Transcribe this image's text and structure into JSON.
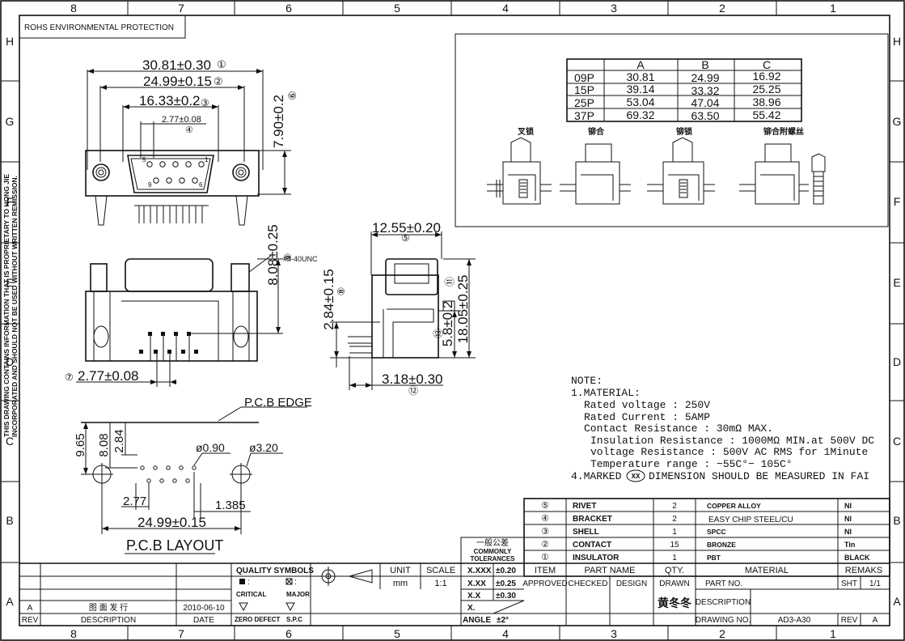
{
  "frame": {
    "columns": [
      "8",
      "7",
      "6",
      "5",
      "4",
      "3",
      "2",
      "1"
    ],
    "rows": [
      "H",
      "G",
      "F",
      "E",
      "D",
      "C",
      "B",
      "A"
    ],
    "rohs": "ROHS ENVIRONMENTAL PROTECTION",
    "side_note_1": "THIS DRAWING CONTAINS INFORMATION THAT IS PROPRIETARY TO HONG JIE",
    "side_note_2": "INCORPORATED AND SHOULD NOT BE USED WITHOUT WRITTEN REMISSION."
  },
  "front_view": {
    "dim_overall": "30.81±0.30",
    "dim_overall_mark": "①",
    "dim_mount": "24.99±0.15",
    "dim_mount_mark": "②",
    "dim_shell": "16.33±0.2",
    "dim_shell_mark": "③",
    "dim_pitch": "2.77±0.08",
    "dim_pitch_mark": "④",
    "dim_height": "7.90±0.2",
    "dim_height_mark": "⑥",
    "pin_label_5": "5",
    "pin_label_1": "1",
    "pin_label_9": "9",
    "pin_label_6": "6"
  },
  "bottom_view": {
    "dim_shell_height": "8.08±0.25",
    "dim_shell_height_mark": "⑨",
    "thread": "#4-40UNC",
    "dim_pin_pitch": "2.77±0.08",
    "dim_pin_pitch_mark": "⑦"
  },
  "side_view": {
    "dim_depth": "12.55±0.20",
    "dim_depth_mark": "⑤",
    "dim_total": "18.05±0.25",
    "dim_total_mark": "⑪",
    "dim_mid": "5.8±0.2",
    "dim_mid_mark": "⑬",
    "dim_tail": "2.84±0.15",
    "dim_tail_mark": "⑧",
    "dim_pin": "3.18±0.30",
    "dim_pin_mark": "⑫"
  },
  "pcb_layout": {
    "pcb_edge": "P.C.B EDGE",
    "title": "P.C.B LAYOUT",
    "dim_965": "9.65",
    "dim_808": "8.08",
    "dim_284": "2.84",
    "hole_small": "ø0.90",
    "hole_large": "ø3.20",
    "dim_277": "2.77",
    "dim_1385": "1.385",
    "dim_2499": "24.99±0.15"
  },
  "size_table": {
    "headers": [
      "",
      "A",
      "B",
      "C"
    ],
    "rows": [
      [
        "09P",
        "30.81",
        "24.99",
        "16.92"
      ],
      [
        "15P",
        "39.14",
        "33.32",
        "25.25"
      ],
      [
        "25P",
        "53.04",
        "47.04",
        "38.96"
      ],
      [
        "37P",
        "69.32",
        "63.50",
        "55.42"
      ]
    ],
    "variant_1": "叉锁",
    "variant_2": "铆合",
    "variant_3": "铆锁",
    "variant_4": "铆合附螺丝"
  },
  "notes": {
    "title": "NOTE:",
    "material": "1.MATERIAL:",
    "line1": "Rated voltage : 250V",
    "line2": "Rated Current  : 5AMP",
    "line3": "Contact Resistance  : 30mΩ MAX.",
    "line4": "Insulation Resistance : 1000MΩ MIN.at 500V DC",
    "line5": "voltage Resistance  : 500V AC RMS for 1Minute",
    "line6": "Temperature range  : −55C°− 105C°",
    "line7_pre": "4.MARKED",
    "line7_mark": "XX",
    "line7_post": "DIMENSION SHOULD BE MEASURED IN FAI"
  },
  "bom": {
    "rows": [
      {
        "no": "⑤",
        "item": "RIVET",
        "qty": "2",
        "material": "COPPER ALLOY",
        "remark": "NI"
      },
      {
        "no": "④",
        "item": "BRACKET",
        "qty": "2",
        "material": "EASY CHIP STEEL/CU",
        "remark": "NI"
      },
      {
        "no": "③",
        "item": "SHELL",
        "qty": "1",
        "material": "SPCC",
        "remark": "NI"
      },
      {
        "no": "②",
        "item": "CONTACT",
        "qty": "15",
        "material": "BRONZE",
        "remark": "Tin"
      },
      {
        "no": "①",
        "item": "INSULATOR",
        "qty": "1",
        "material": "PBT",
        "remark": "BLACK"
      }
    ],
    "h_item": "ITEM",
    "h_part": "PART  NAME",
    "h_qty": "QTY.",
    "h_material": "MATERIAL",
    "h_remark": "REMAKS"
  },
  "title_block": {
    "general_tol_cn": "一般公差",
    "commonly": "COMMONLY",
    "tolerances": "TOLERANCES",
    "tol1_k": "X.XXX",
    "tol1_v": "±0.20",
    "tol2_k": "X.XX",
    "tol2_v": "±0.25",
    "tol3_k": "X.X",
    "tol3_v": "±0.30",
    "tol4_k": "X.",
    "angle_k": "ANGLE",
    "angle_v": "±2°",
    "quality": "QUALITY SYMBOLS",
    "critical": "CRITICAL",
    "major": "MAJOR",
    "zero_defect": "ZERO DEFECT",
    "spc": "S.P.C",
    "unit": "UNIT",
    "unit_v": "mm",
    "scale": "SCALE",
    "scale_v": "1:1",
    "approved": "APPROVED",
    "checked": "CHECKED",
    "design": "DESIGN",
    "drawn": "DRAWN",
    "part_no": "PART NO.",
    "sht": "SHT",
    "sht_v": "1/1",
    "designer": "黄冬冬",
    "description": "DESCRIPTION",
    "drawing_no": "DRAWING NO.",
    "drawing_no_v": "AD3-A30",
    "rev_label": "REV",
    "rev_v": "A",
    "rev_col": "REV",
    "desc_col": "DESCRIPTION",
    "date_col": "DATE",
    "rev_a": "A",
    "rev_desc": "图 面 发 行",
    "rev_date": "2010-06-10"
  }
}
